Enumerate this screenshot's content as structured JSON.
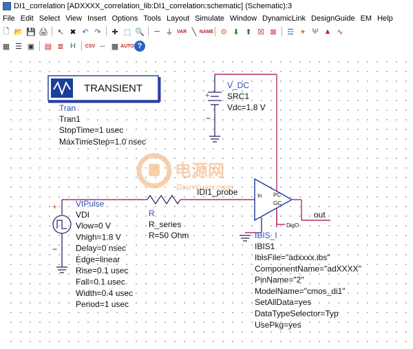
{
  "window": {
    "title": "DI1_correlation [ADXXXX_correlation_lib:DI1_correlation:schematic] (Schematic):3"
  },
  "menu": [
    "File",
    "Edit",
    "Select",
    "View",
    "Insert",
    "Options",
    "Tools",
    "Layout",
    "Simulate",
    "Window",
    "DynamicLink",
    "DesignGuide",
    "EM",
    "Help"
  ],
  "toolbar": {
    "row1_icons": [
      "new-icon",
      "open-icon",
      "save-icon",
      "print-icon",
      "select-icon",
      "delete-icon",
      "undo-icon",
      "redo-icon",
      "move-icon",
      "zoom-area-icon",
      "zoom-icon",
      "wire-icon",
      "ground-icon",
      "var-icon",
      "wire-label-icon",
      "name-icon",
      "simulate-icon",
      "push-icon",
      "pop-icon",
      "deactivate-icon",
      "short-icon",
      "tune-icon",
      "optimize-icon",
      "yield-icon",
      "generate-icon",
      "data-display-icon"
    ],
    "row2_icons": [
      "grid-icon",
      "layers-icon",
      "symbol-icon",
      "schematic-icon",
      "netlist-icon",
      "highlight-icon",
      "csv-icon",
      "wire-tool-icon",
      "pattern-icon",
      "auto-icon",
      "help-icon"
    ],
    "csv_label": "CSV",
    "auto_label": "AUTO",
    "help_label": "?",
    "var_label": "VAR",
    "name_label": "NAME"
  },
  "transient": {
    "label": "TRANSIENT",
    "type": "Tran",
    "instance": "Tran1",
    "stoptime": "StopTime=1 usec",
    "maxstep": "MaxTimeStep=1.0 nsec"
  },
  "vdc": {
    "name": "V_DC",
    "instance": "SRC1",
    "param": "Vdc=1.8 V"
  },
  "vtpulse": {
    "name": "VtPulse",
    "instance": "VDI",
    "params": [
      "Vlow=0 V",
      "Vhigh=1.8 V",
      "Delay=0 nsec",
      "Edge=linear",
      "Rise=0.1 usec",
      "Fall=0.1 usec",
      "Width=0.4 usec",
      "Period=1 usec"
    ]
  },
  "resistor": {
    "name": "R",
    "instance": "R_series",
    "param": "R=50 Ohm"
  },
  "net_label": "IDI1_probe",
  "out_label": "out",
  "ibis": {
    "name": "IBIS_I",
    "instance": "IBIS1",
    "params": [
      "IbisFile=\"adxxxx.ibs\"",
      "ComponentName=\"adXXXX\"",
      "PinName=\"2\"",
      "ModelName=\"cmos_di1\"",
      "SetAllData=yes",
      "DataTypeSelector=Typ",
      "UsePkg=yes"
    ],
    "pin_in": "In",
    "pin_pc": "PC",
    "pin_gc": "GC",
    "pin_digo": "DigO"
  },
  "watermark": {
    "cn": "电源网",
    "en": "DianYuan.com"
  },
  "pin_marks": {
    "plus": "+",
    "minus": "−"
  }
}
